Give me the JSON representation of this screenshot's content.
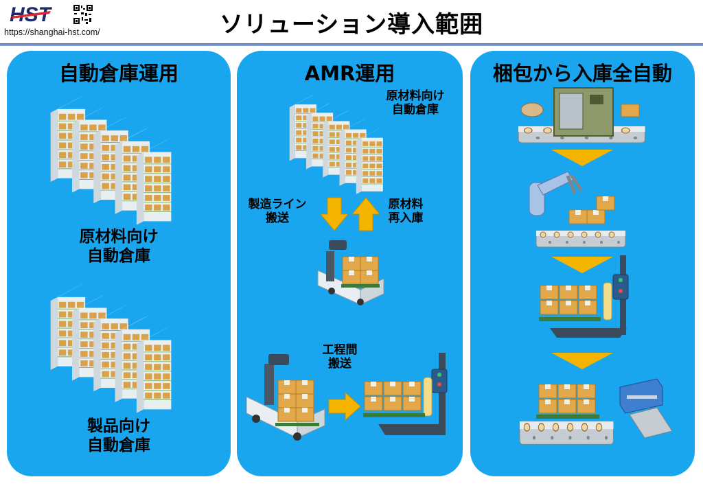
{
  "header": {
    "logo_text": "HST",
    "url": "https://shanghai-hst.com/",
    "title": "ソリューション導入範囲"
  },
  "panels": [
    {
      "title": "自動倉庫運用",
      "labels": [
        "原材料向け\n自動倉庫",
        "製品向け\n自動倉庫"
      ]
    },
    {
      "title": "AMR運用",
      "labels": [
        "原材料向け\n自動倉庫",
        "製造ライン\n搬送",
        "原材料\n再入庫",
        "工程間\n搬送"
      ]
    },
    {
      "title": "梱包から入庫全自動"
    }
  ],
  "colors": {
    "panel": "#1aa6ee",
    "arrow": "#f5b400",
    "logo_red": "#d9282f",
    "logo_navy": "#1a2a6c"
  }
}
